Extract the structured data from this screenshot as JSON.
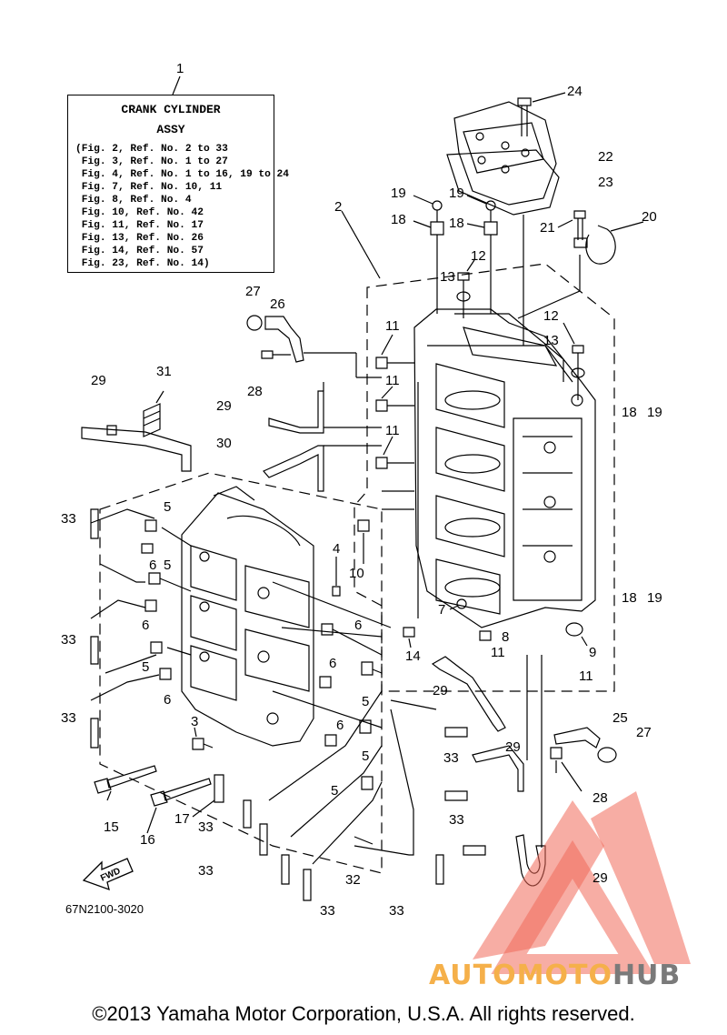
{
  "legend": {
    "ref": "1",
    "title_line1": "CRANK CYLINDER",
    "title_line2": "ASSY",
    "lines": [
      "(Fig. 2, Ref. No. 2 to 33",
      " Fig. 3, Ref. No. 1 to 27",
      " Fig. 4, Ref. No. 1 to 16, 19 to 24",
      " Fig. 7, Ref. No. 10, 11",
      " Fig. 8, Ref. No. 4",
      " Fig. 10, Ref. No. 42",
      " Fig. 11, Ref. No. 17",
      " Fig. 13, Ref. No. 26",
      " Fig. 14, Ref. No. 57",
      " Fig. 23, Ref. No. 14)"
    ]
  },
  "callouts": {
    "c24": "24",
    "c22": "22",
    "c23": "23",
    "c20": "20",
    "c21": "21",
    "c19a": "19",
    "c19b": "19",
    "c18a": "18",
    "c18b": "18",
    "c2": "2",
    "c12a": "12",
    "c13a": "13",
    "c12b": "12",
    "c13b": "13",
    "c27a": "27",
    "c26": "26",
    "c28a": "28",
    "c11a": "11",
    "c11b": "11",
    "c11c": "11",
    "c29a": "29",
    "c31": "31",
    "c29b": "29",
    "c30": "30",
    "c18c": "18",
    "c19c": "19",
    "c18d": "18",
    "c19d": "19",
    "c33a": "33",
    "c5a": "5",
    "c6a": "6",
    "c5b": "5",
    "c6b": "6",
    "c4": "4",
    "c10": "10",
    "c7": "7",
    "c14": "14",
    "c8": "8",
    "c9": "9",
    "c11d": "11",
    "c11e": "11",
    "c33b": "33",
    "c5c": "5",
    "c6c": "6",
    "c6d": "6",
    "c29c": "29",
    "c33c": "33",
    "c3": "3",
    "c6e": "6",
    "c5d": "5",
    "c25": "25",
    "c27b": "27",
    "c33d": "33",
    "c29d": "29",
    "c5e": "5",
    "c15": "15",
    "c16": "16",
    "c17": "17",
    "c33e": "33",
    "c28b": "28",
    "c33f": "33",
    "c33g": "33",
    "c32": "32",
    "c33h": "33",
    "c33i": "33",
    "c29e": "29",
    "c6f": "6",
    "c5f": "5"
  },
  "fwd_label": "FWD",
  "part_number": "67N2100-3020",
  "copyright": "©2013 Yamaha Motor Corporation, U.S.A. All rights reserved.",
  "watermark": {
    "text_part1": "AUTOMOTO",
    "text_part2": "HUB",
    "color_primary": "#f06a5a",
    "color_secondary": "#f5b04a",
    "color_dark": "#7a7a7a"
  }
}
